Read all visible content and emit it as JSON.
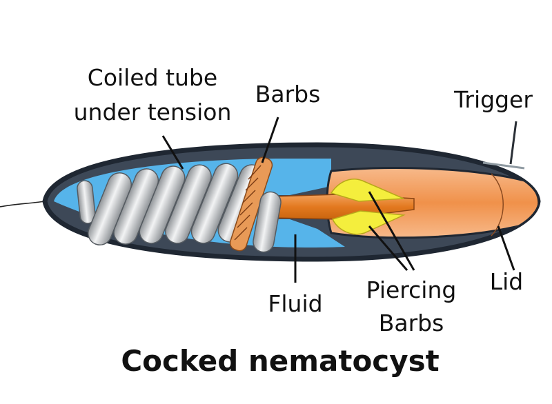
{
  "title": "Cocked nematocyst",
  "labels": {
    "coiled_line1": "Coiled tube",
    "coiled_line2": "under tension",
    "barbs": "Barbs",
    "trigger": "Trigger",
    "fluid": "Fluid",
    "piercing_line1": "Piercing",
    "piercing_line2": "Barbs",
    "lid": "Lid"
  },
  "colors": {
    "capsule_outline": "#1f2732",
    "capsule_fill": "#3d4857",
    "fluid": "#56b4ea",
    "coil": "#d6d8db",
    "barbs_shaft": "#e89a57",
    "tube": "#e3791f",
    "piercing_barbs": "#f4ee3d",
    "lid_region": "#f5a66b"
  }
}
